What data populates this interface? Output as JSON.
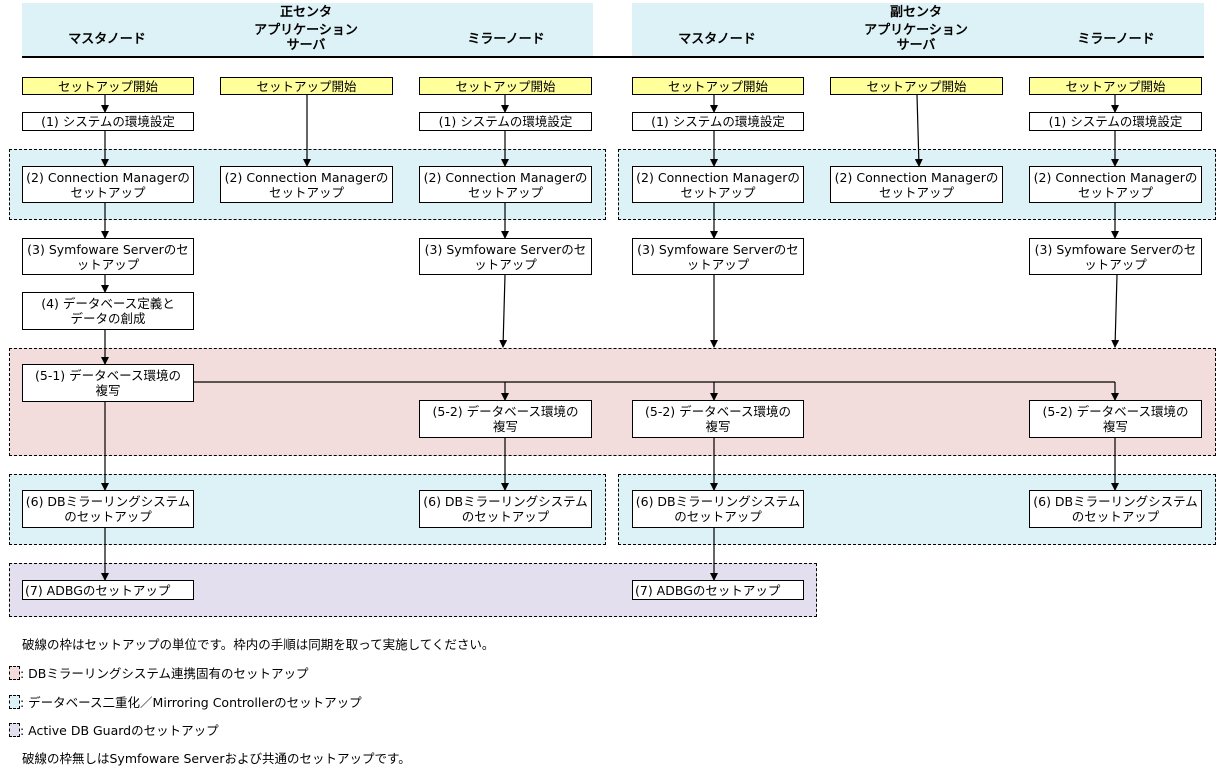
{
  "header": {
    "primary_center": "正センタ",
    "secondary_center": "副センタ",
    "master_node": "マスタノード",
    "app_server": "アプリケーション\nサーバ",
    "mirror_node": "ミラーノード"
  },
  "steps": {
    "start": "セットアップ開始",
    "s1": "(1) システムの環境設定",
    "s2": "(2) Connection Managerの\nセットアップ",
    "s3": "(3) Symfoware Serverのセ\nットアップ",
    "s4": "(4) データベース定義と\nデータの創成",
    "s51": "(5-1) データベース環境の\n複写",
    "s52": "(5-2) データベース環境の\n複写",
    "s6": "(6) DBミラーリングシステム\nのセットアップ",
    "s7": "(7) ADBGのセットアップ"
  },
  "legend": {
    "unit_note": "破線の枠はセットアップの単位です。枠内の手順は同期を取って実施してください。",
    "pink": ": DBミラーリングシステム連携固有のセットアップ",
    "blue": ": データベース二重化／Mirroring Controllerのセットアップ",
    "purple": ": Active DB Guardのセットアップ",
    "no_frame_note": "破線の枠無しはSymfoware Serverおよび共通のセットアップです。"
  },
  "colors": {
    "header_bg": "#ddf2f6",
    "start_box": "#ffff9c",
    "pink_region": "#f3dcdc",
    "blue_region": "#ddf2f6",
    "purple_region": "#e3dfee"
  }
}
